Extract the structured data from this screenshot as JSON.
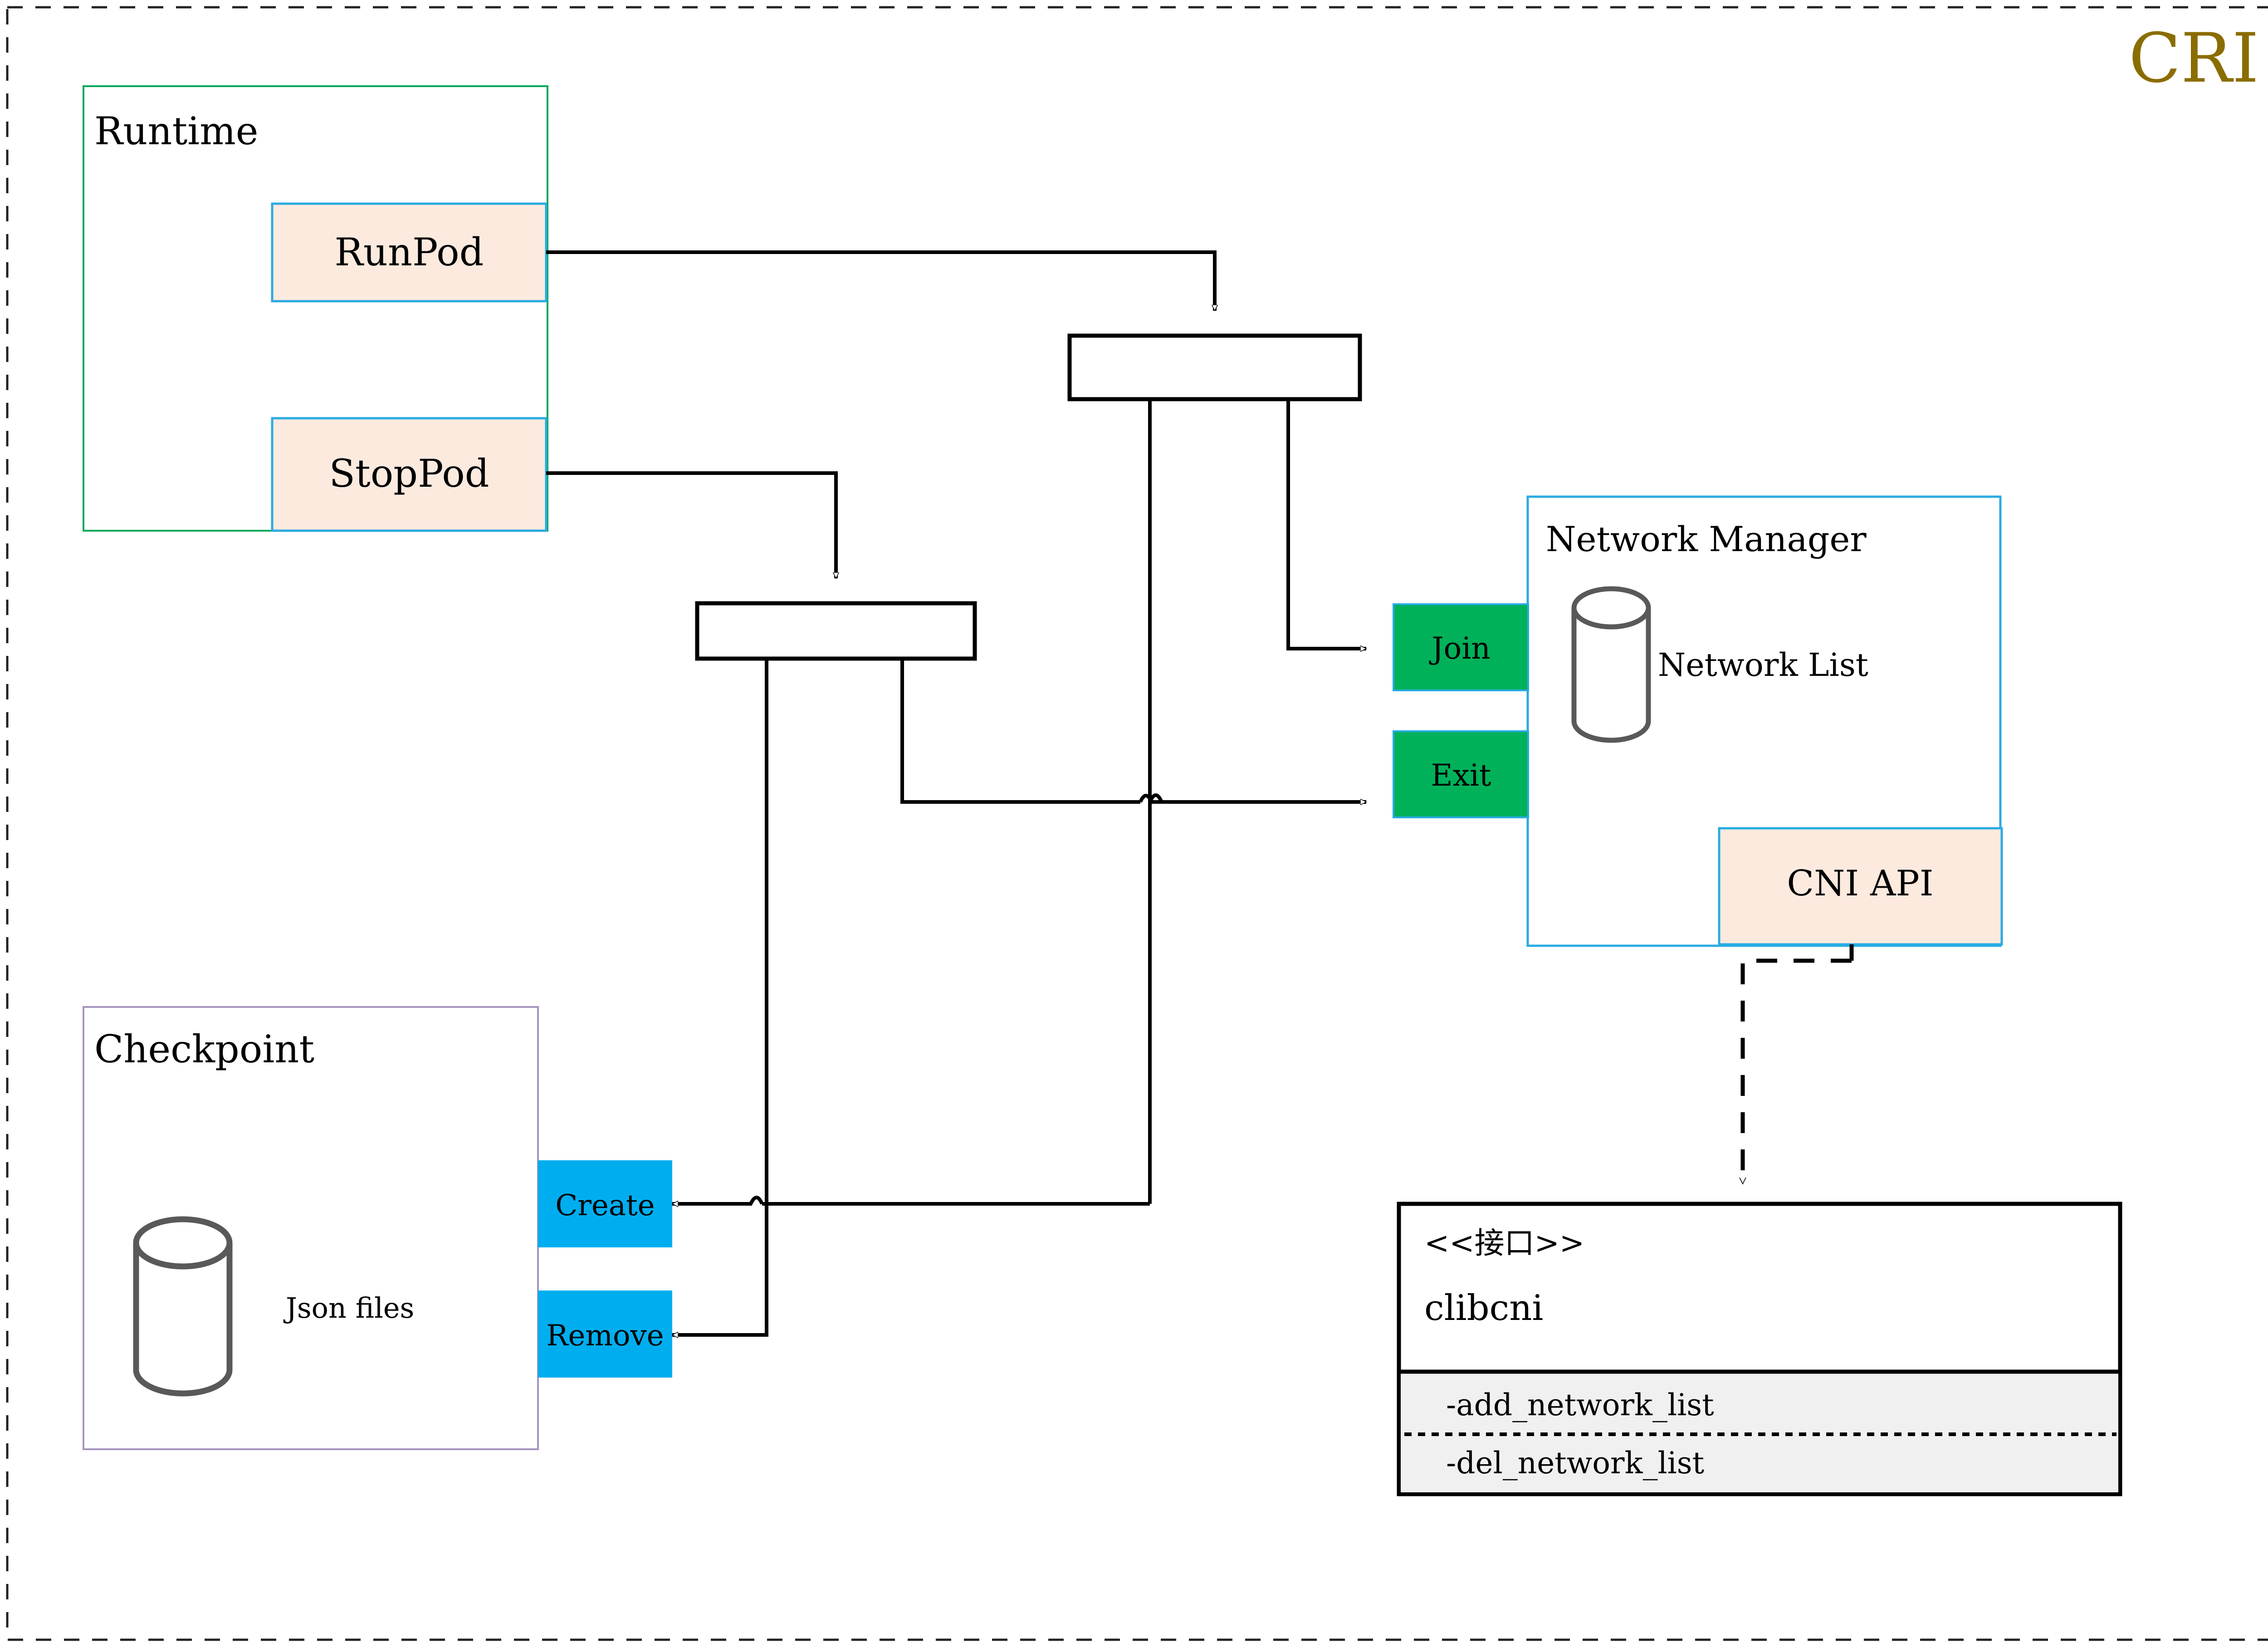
{
  "title": "CRI",
  "title_color": "#8a6d00",
  "colors": {
    "peach_fill": "#fceadf",
    "blue_border": "#29ABE2",
    "green_border": "#00a85a",
    "green_fill": "#00B15A",
    "cyan_fill": "#00AEEF",
    "cylinder_stroke": "#595959",
    "purple_border": "#a695bf",
    "interface_fill": "#f0f0f0",
    "line": "#000000"
  },
  "groups": {
    "runtime": {
      "label": "Runtime"
    },
    "checkpoint": {
      "label": "Checkpoint",
      "store_label": "Json files"
    },
    "network_manager": {
      "label": "Network Manager",
      "store_label": "Network List"
    }
  },
  "nodes": {
    "runpod": {
      "label": "RunPod"
    },
    "stoppod": {
      "label": "StopPod"
    },
    "join": {
      "label": "Join"
    },
    "exit": {
      "label": "Exit"
    },
    "cni_api": {
      "label": "CNI API"
    },
    "create": {
      "label": "Create"
    },
    "remove": {
      "label": "Remove"
    },
    "fork_top": {
      "label": ""
    },
    "fork_bottom": {
      "label": ""
    }
  },
  "interface_box": {
    "stereotype": "<<接口>>",
    "name": "clibcni",
    "operations": [
      "-add_network_list",
      "-del_network_list"
    ]
  }
}
